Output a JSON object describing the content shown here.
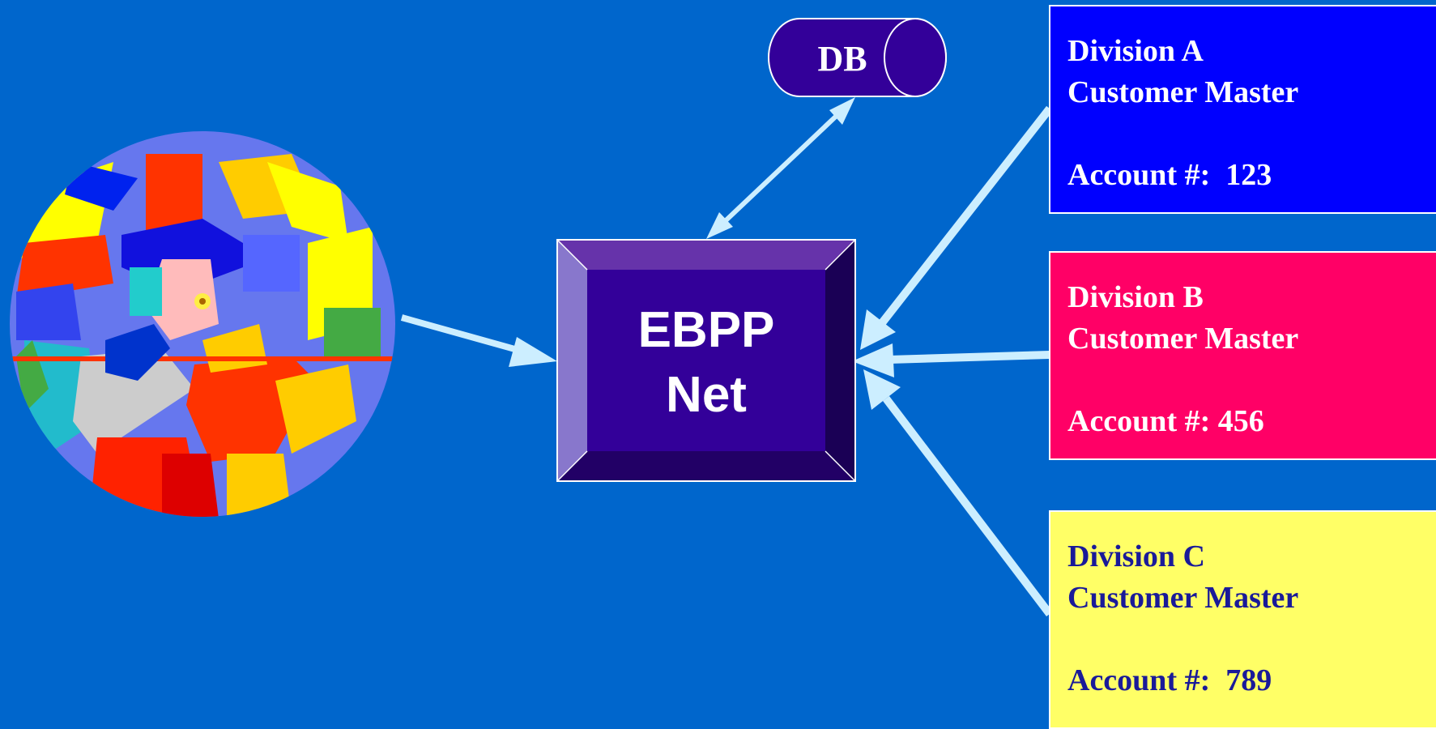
{
  "db": {
    "label": "DB"
  },
  "ebpp": {
    "line1": "EBPP",
    "line2": "Net"
  },
  "divisions": [
    {
      "title": "Division A",
      "subtitle": "Customer Master",
      "account": "Account #:  123",
      "bg": "#0000ff",
      "fg": "#ffffff"
    },
    {
      "title": "Division B",
      "subtitle": "Customer Master",
      "account": "Account #: 456",
      "bg": "#ff0066",
      "fg": "#ffffff"
    },
    {
      "title": "Division C",
      "subtitle": "Customer Master",
      "account": "Account #:  789",
      "bg": "#ffff66",
      "fg": "#1a1a99"
    }
  ],
  "colors": {
    "background": "#0066cc",
    "arrow": "#cceeff",
    "bevel_face": "#330099",
    "db_fill": "#330099"
  },
  "clipart": {
    "icon": "person-on-phone-clipart"
  }
}
